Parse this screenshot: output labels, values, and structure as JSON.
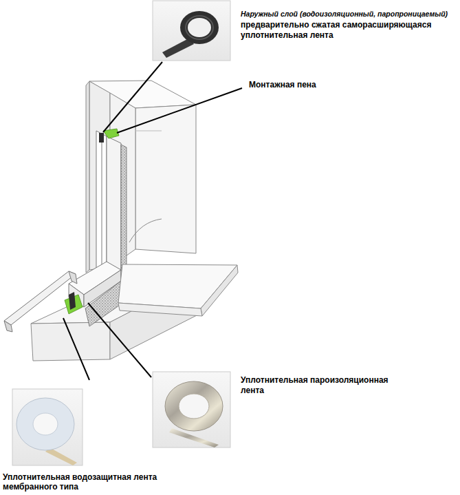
{
  "diagram": {
    "labels": [
      "Наружный слой (водоизоляционный, паропроницаемый)",
      "предварительно сжатая саморасширяющаяся уплотнительная лента",
      "Монтажная пена",
      "Уплотнительная пароизоляционная лента",
      "Уплотнительная водозащитная лента мембранного типа"
    ]
  }
}
